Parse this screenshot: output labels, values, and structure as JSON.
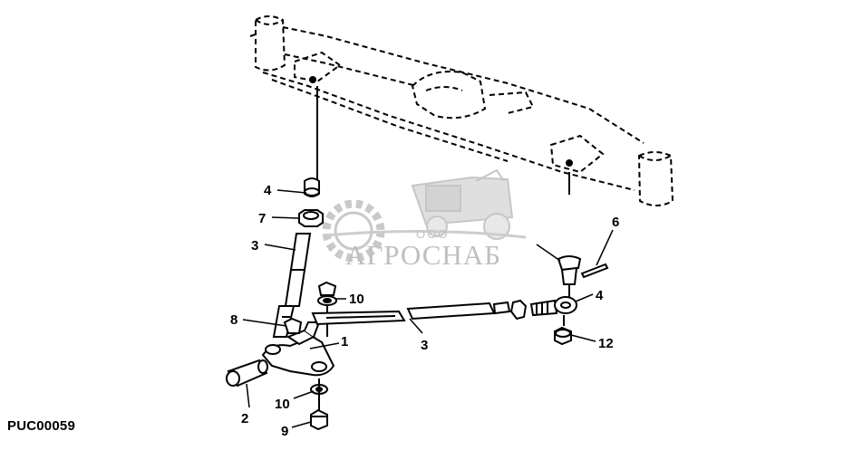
{
  "figure": {
    "id": "PUC00059"
  },
  "watermark": {
    "brand": "АГРОСНАБ",
    "prefix": "ООО"
  },
  "callouts": {
    "c4_top": "4",
    "c7": "7",
    "c3_left": "3",
    "c10_top": "10",
    "c8": "8",
    "c1": "1",
    "c2": "2",
    "c10_bottom": "10",
    "c9": "9",
    "c3_mid": "3",
    "c6": "6",
    "c4_right": "4",
    "c12": "12"
  },
  "colors": {
    "ink": "#000000",
    "watermark": "#bdbdbd",
    "background": "#ffffff"
  }
}
